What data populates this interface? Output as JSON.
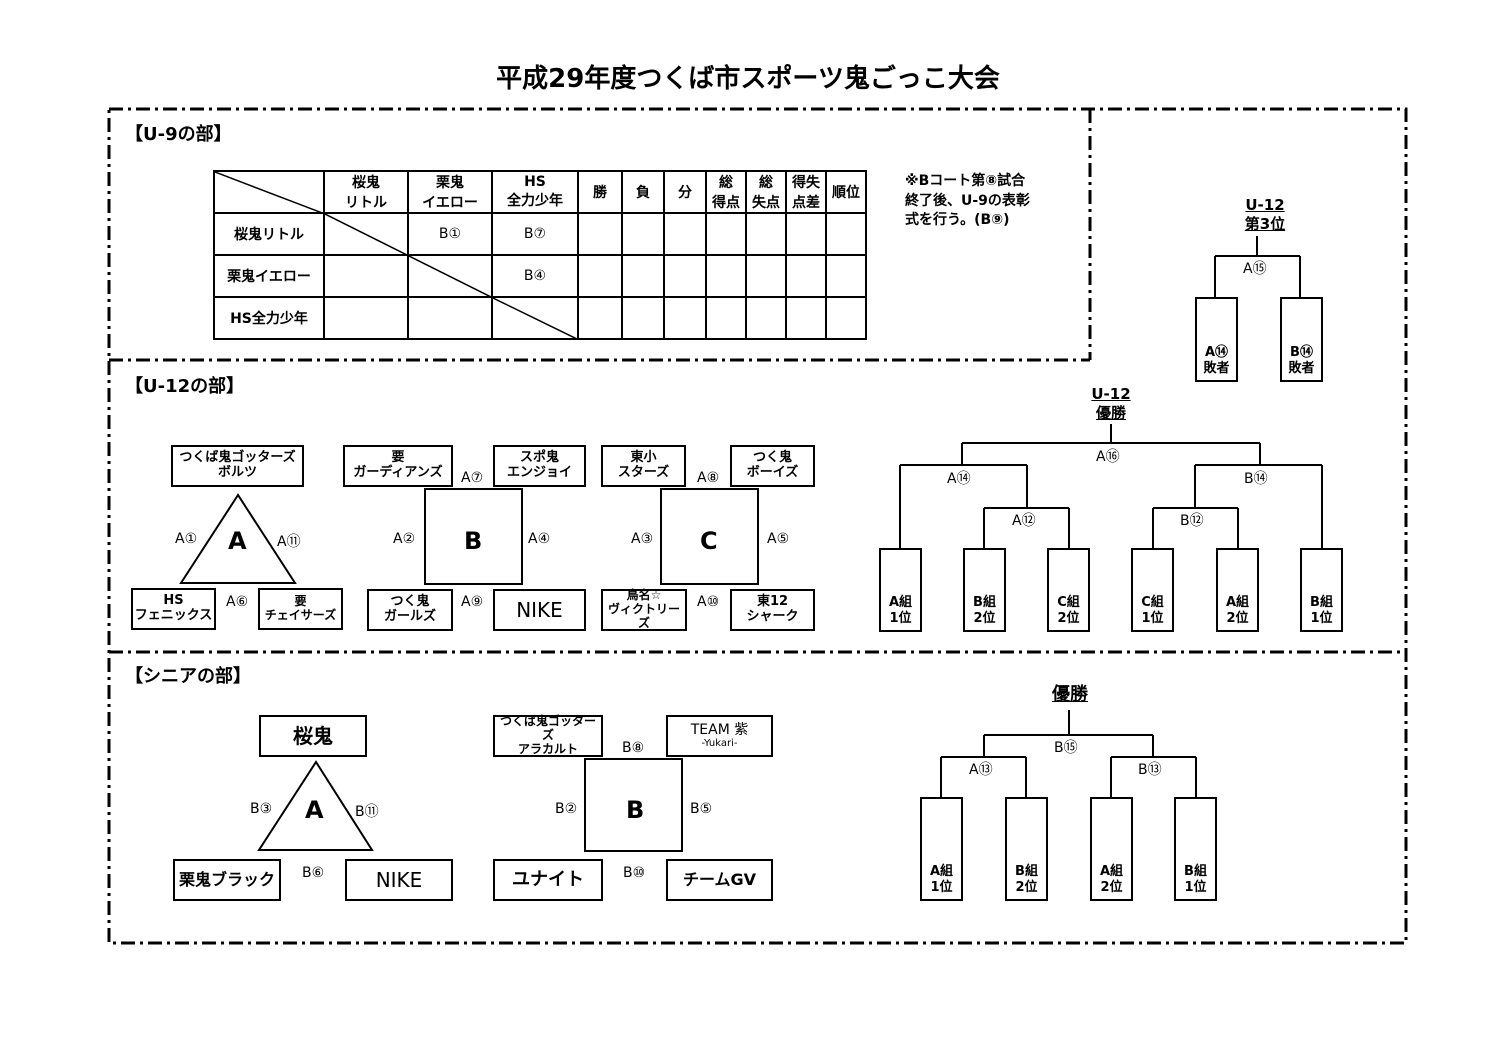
{
  "title": "平成29年度つくば市スポーツ鬼ごっこ大会",
  "u9": {
    "heading": "【U-9の部】",
    "columns": [
      "桜鬼\nリトル",
      "栗鬼\nイエロー",
      "HS\n全力少年",
      "勝",
      "負",
      "分",
      "総\n得点",
      "総\n失点",
      "得失\n点差",
      "順位"
    ],
    "rows": [
      {
        "name": "桜鬼リトル",
        "cells": [
          "",
          "B①",
          "B⑦"
        ]
      },
      {
        "name": "栗鬼イエロー",
        "cells": [
          "",
          "",
          "B④"
        ]
      },
      {
        "name": "HS全力少年",
        "cells": [
          "",
          "",
          ""
        ]
      }
    ],
    "note": "※Bコート第⑧試合\n終了後、U-9の表彰\n式を行う。(B⑨)"
  },
  "u12_third": {
    "title": "U-12\n第3位",
    "match": "A⑮",
    "slots": [
      "A⑭\n敗者",
      "B⑭\n敗者"
    ]
  },
  "u12": {
    "heading": "【U-12の部】",
    "groupA": {
      "letter": "A",
      "teams": [
        "つくば鬼ゴッターズ\nボルツ",
        "HS\nフェニックス",
        "要\nチェイサーズ"
      ],
      "matches": [
        "A①",
        "A⑪",
        "A⑥"
      ]
    },
    "groupB": {
      "letter": "B",
      "teams": [
        "要\nガーディアンズ",
        "スポ鬼\nエンジョイ",
        "つく鬼\nガールズ",
        "NIKE"
      ],
      "matches": [
        "A⑦",
        "A②",
        "A④",
        "A⑨"
      ]
    },
    "groupC": {
      "letter": "C",
      "teams": [
        "東小\nスターズ",
        "つく鬼\nボーイズ",
        "鳥名☆\nヴィクトリーズ",
        "東12\nシャーク"
      ],
      "matches": [
        "A⑧",
        "A③",
        "A⑤",
        "A⑩"
      ]
    },
    "final": {
      "title": "U-12\n優勝",
      "matches": [
        "A⑯",
        "A⑭",
        "B⑭",
        "A⑫",
        "B⑫"
      ],
      "slots": [
        "A組\n1位",
        "B組\n2位",
        "C組\n2位",
        "C組\n1位",
        "A組\n2位",
        "B組\n1位"
      ]
    }
  },
  "senior": {
    "heading": "【シニアの部】",
    "groupA": {
      "letter": "A",
      "teams": [
        "桜鬼",
        "栗鬼ブラック",
        "NIKE"
      ],
      "matches": [
        "B③",
        "B⑪",
        "B⑥"
      ]
    },
    "groupB": {
      "letter": "B",
      "teams": [
        "つくば鬼ゴッターズ\nアラカルト",
        "TEAM 紫",
        "-Yukari-",
        "ユナイト",
        "チームGV"
      ],
      "matches": [
        "B⑧",
        "B②",
        "B⑤",
        "B⑩"
      ]
    },
    "final": {
      "title": "優勝",
      "matches": [
        "B⑮",
        "A⑬",
        "B⑬"
      ],
      "slots": [
        "A組\n1位",
        "B組\n2位",
        "A組\n2位",
        "B組\n1位"
      ]
    }
  }
}
